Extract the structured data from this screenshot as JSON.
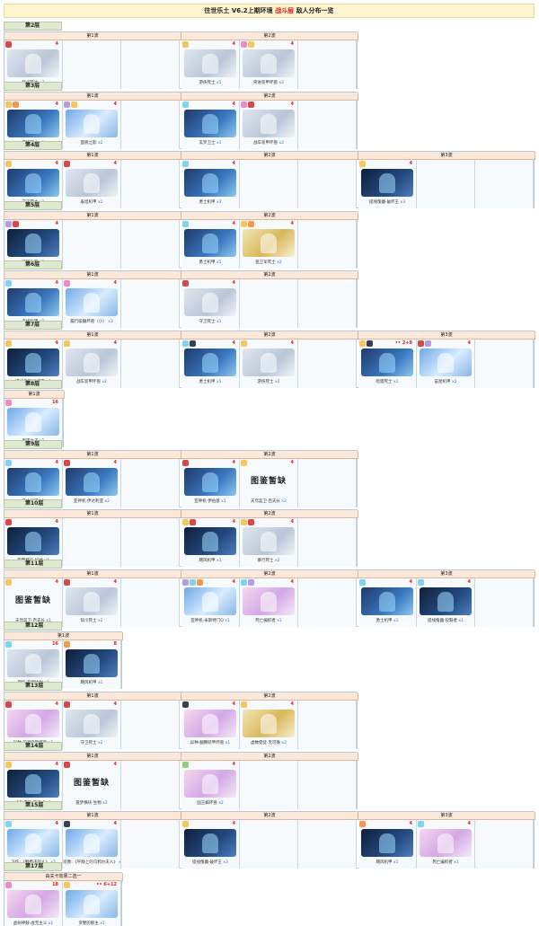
{
  "title": {
    "main": "往世乐土 V6.2上期环境",
    "highlight": "战斗层",
    "tail": "敌人分布一览"
  },
  "floors": [
    {
      "label": "第2层",
      "waves": [
        {
          "label": "第1波",
          "enemies": [
            {
              "name": "狱爪死士",
              "count": "x3",
              "num": "4",
              "icons": [
                "red"
              ],
              "img": "light"
            }
          ]
        },
        {
          "label": "第2波",
          "enemies": [
            {
              "name": "游侠死士",
              "count": "x1",
              "num": "4",
              "icons": [
                "yel"
              ],
              "img": "light"
            },
            {
              "name": "突进装甲坏兽",
              "count": "x2",
              "num": "4",
              "icons": [
                "pink",
                "yel"
              ],
              "img": "light"
            }
          ]
        }
      ]
    },
    {
      "label": "第3层",
      "waves": [
        {
          "label": "第1波",
          "enemies": [
            {
              "name": "暴行死士",
              "count": "x1",
              "num": "4",
              "icons": [
                "yel",
                "org"
              ],
              "img": "dark"
            },
            {
              "name": "面貌之影",
              "count": "x2",
              "num": "4",
              "icons": [
                "pur",
                "yel"
              ],
              "img": "blue"
            }
          ]
        },
        {
          "label": "第2波",
          "enemies": [
            {
              "name": "玄罗卫士",
              "count": "x1",
              "num": "4",
              "icons": [
                "sky"
              ],
              "img": "dark"
            },
            {
              "name": "战车装甲坏兽",
              "count": "x2",
              "num": "4",
              "icons": [
                "pink",
                "red"
              ],
              "img": "light"
            }
          ]
        }
      ]
    },
    {
      "label": "第4层",
      "waves": [
        {
          "label": "第1波",
          "enemies": [
            {
              "name": "守卫死士",
              "count": "x1",
              "num": "4",
              "icons": [
                "yel"
              ],
              "img": "dark"
            },
            {
              "name": "泰坦机甲",
              "count": "x2",
              "num": "4",
              "icons": [
                "red"
              ],
              "img": "light"
            }
          ]
        },
        {
          "label": "第2波",
          "enemies": [
            {
              "name": "勇士机甲",
              "count": "x3",
              "num": "4",
              "icons": [
                "sky"
              ],
              "img": "dark"
            }
          ]
        },
        {
          "label": "第3波",
          "enemies": [
            {
              "name": "提线傀儡·破坏王",
              "count": "x3",
              "num": "4",
              "icons": [
                "yel"
              ],
              "img": "navy"
            }
          ]
        }
      ]
    },
    {
      "label": "第5层",
      "waves": [
        {
          "label": "第1波",
          "enemies": [
            {
              "name": "践踏之影",
              "count": "x3",
              "num": "4",
              "icons": [
                "pur",
                "red"
              ],
              "img": "navy"
            }
          ]
        },
        {
          "label": "第2波",
          "enemies": [
            {
              "name": "勇士机甲",
              "count": "x1",
              "num": "4",
              "icons": [
                "sky"
              ],
              "img": "dark"
            },
            {
              "name": "狙卫军死士",
              "count": "x2",
              "num": "4",
              "icons": [
                "yel",
                "org"
              ],
              "img": "gold"
            }
          ]
        }
      ]
    },
    {
      "label": "第6层",
      "waves": [
        {
          "label": "第1波",
          "enemies": [
            {
              "name": "泰坦机甲",
              "count": "x1",
              "num": "4",
              "icons": [
                "sky"
              ],
              "img": "dark"
            },
            {
              "name": "履行吸髓坏兽（小）",
              "count": "x3",
              "num": "4",
              "icons": [
                "pink"
              ],
              "img": "blue"
            }
          ]
        },
        {
          "label": "第2波",
          "enemies": [
            {
              "name": "守卫死士",
              "count": "x1",
              "num": "4",
              "icons": [
                "red"
              ],
              "img": "light"
            }
          ]
        }
      ]
    },
    {
      "label": "第7层",
      "waves": [
        {
          "label": "第1波",
          "enemies": [
            {
              "name": "提线傀儡·破坏王",
              "count": "x1",
              "num": "4",
              "icons": [
                "yel"
              ],
              "img": "navy"
            },
            {
              "name": "战车装甲坏兽",
              "count": "x2",
              "num": "4",
              "icons": [
                "yel"
              ],
              "img": "light"
            }
          ]
        },
        {
          "label": "第2波",
          "enemies": [
            {
              "name": "勇士机甲",
              "count": "x1",
              "num": "4",
              "icons": [
                "sky",
                "drk"
              ],
              "img": "dark"
            },
            {
              "name": "游侠死士",
              "count": "x2",
              "num": "4",
              "icons": [
                "yel"
              ],
              "img": "light"
            }
          ]
        },
        {
          "label": "第3波",
          "enemies": [
            {
              "name": "暗猎死士",
              "count": "x1",
              "num": "2+8",
              "marks": "••",
              "icons": [
                "yel",
                "drk"
              ],
              "img": "dark"
            },
            {
              "name": "宙星机甲",
              "count": "x2",
              "num": "4",
              "icons": [
                "red",
                "pur"
              ],
              "img": "blue"
            }
          ]
        }
      ]
    },
    {
      "label": "第8层",
      "waves": [
        {
          "label": "第1波",
          "enemies": [
            {
              "name": "黑夜之子",
              "count": "x1",
              "num": "16",
              "icons": [
                "pink"
              ],
              "img": "blue"
            }
          ]
        }
      ]
    },
    {
      "label": "第9层",
      "waves": [
        {
          "label": "第1波",
          "enemies": [
            {
              "name": "勇士机甲",
              "count": "x1",
              "num": "4",
              "icons": [
                "sky"
              ],
              "img": "dark"
            },
            {
              "name": "亚神机·伊达利亚",
              "count": "x2",
              "num": "4",
              "icons": [
                "red"
              ],
              "img": "dark"
            }
          ]
        },
        {
          "label": "第2波",
          "enemies": [
            {
              "name": "亚神机·伊伯基",
              "count": "x1",
              "num": "4",
              "icons": [
                "red"
              ],
              "img": "dark"
            },
            {
              "name": "天穹蓝卫·百夫长",
              "count": "x2",
              "num": "4",
              "icons": [
                "yel"
              ],
              "img": "missing"
            }
          ]
        }
      ]
    },
    {
      "label": "第10层",
      "waves": [
        {
          "label": "第1波",
          "enemies": [
            {
              "name": "噩梦横块·机械",
              "count": "x4",
              "num": "4",
              "icons": [
                "red"
              ],
              "img": "navy"
            }
          ]
        },
        {
          "label": "第2波",
          "enemies": [
            {
              "name": "飓风机甲",
              "count": "x1",
              "num": "4",
              "icons": [
                "yel",
                "red"
              ],
              "img": "navy"
            },
            {
              "name": "暴行死士",
              "count": "x2",
              "num": "4",
              "icons": [
                "yel",
                "red"
              ],
              "img": "light"
            }
          ]
        }
      ]
    },
    {
      "label": "第11层",
      "waves": [
        {
          "label": "第1波",
          "enemies": [
            {
              "name": "天穹蓝卫·百夫长",
              "count": "x1",
              "num": "4",
              "icons": [
                "yel"
              ],
              "img": "missing"
            },
            {
              "name": "狱爪死士",
              "count": "x2",
              "num": "4",
              "icons": [
                "red"
              ],
              "img": "light"
            }
          ]
        },
        {
          "label": "第2波",
          "enemies": [
            {
              "name": "亚神机·米斯特门O",
              "count": "x1",
              "num": "4",
              "icons": [
                "pur",
                "sky",
                "org"
              ],
              "img": "blue"
            },
            {
              "name": "死亡编织者",
              "count": "x1",
              "num": "4",
              "icons": [
                "sky",
                "pur"
              ],
              "img": "pink"
            }
          ]
        },
        {
          "label": "第3波",
          "enemies": [
            {
              "name": "勇士机甲",
              "count": "x1",
              "num": "4",
              "icons": [
                "sky"
              ],
              "img": "dark"
            },
            {
              "name": "提线傀儡·狡黠者",
              "count": "x1",
              "num": "4",
              "icons": [
                "sky"
              ],
              "img": "navy"
            }
          ]
        }
      ]
    },
    {
      "label": "第12层",
      "waves": [
        {
          "label": "第1波",
          "enemies": [
            {
              "name": "神机·海姆达尔",
              "count": "x1",
              "num": "16",
              "icons": [
                "sky"
              ],
              "img": "light"
            },
            {
              "name": "飓风机甲",
              "count": "x1",
              "num": "8",
              "icons": [
                "org"
              ],
              "img": "navy"
            }
          ]
        }
      ]
    },
    {
      "label": "第13层",
      "waves": [
        {
          "label": "第1波",
          "enemies": [
            {
              "name": "异种·深渊吸髓坏兽",
              "count": "x1",
              "num": "4",
              "icons": [
                "red"
              ],
              "img": "pink"
            },
            {
              "name": "守卫死士",
              "count": "x2",
              "num": "4",
              "icons": [
                "red"
              ],
              "img": "light"
            }
          ]
        },
        {
          "label": "第2波",
          "enemies": [
            {
              "name": "异种·翻腾装甲坏兽",
              "count": "x1",
              "num": "4",
              "icons": [
                "drk"
              ],
              "img": "pink"
            },
            {
              "name": "虚数使徒·无可殊",
              "count": "x2",
              "num": "4",
              "icons": [
                "yel"
              ],
              "img": "gold"
            }
          ]
        }
      ]
    },
    {
      "label": "第14层",
      "waves": [
        {
          "label": "第1波",
          "enemies": [
            {
              "name": "虚数使徒·墨言式",
              "count": "x1",
              "num": "4",
              "icons": [
                "yel"
              ],
              "img": "navy"
            },
            {
              "name": "噩梦横块·生物",
              "count": "x2",
              "num": "4",
              "icons": [
                "red"
              ],
              "img": "missing"
            }
          ]
        },
        {
          "label": "第2波",
          "enemies": [
            {
              "name": "国王蝎坏兽",
              "count": "x2",
              "num": "4",
              "icons": [
                "grn"
              ],
              "img": "pink"
            }
          ]
        }
      ]
    },
    {
      "label": "第15层",
      "waves": [
        {
          "label": "第1波",
          "enemies": [
            {
              "name": "习作：《翻模子的人》",
              "count": "x2",
              "num": "4",
              "icons": [
                "sky"
              ],
              "img": "blue"
            },
            {
              "name": "肖像：《平静上的乌鸦尔夫人》",
              "count": "x1",
              "num": "4",
              "icons": [
                "drk"
              ],
              "img": "blue"
            }
          ]
        },
        {
          "label": "第2波",
          "enemies": [
            {
              "name": "提线傀儡·破坏王",
              "count": "x3",
              "num": "4",
              "icons": [
                "yel"
              ],
              "img": "navy"
            }
          ]
        },
        {
          "label": "第3波",
          "enemies": [
            {
              "name": "飓风机甲",
              "count": "x1",
              "num": "4",
              "icons": [
                "org"
              ],
              "img": "navy"
            },
            {
              "name": "死亡编织者",
              "count": "x1",
              "num": "4",
              "icons": [
                "sky"
              ],
              "img": "pink"
            }
          ]
        }
      ]
    },
    {
      "label": "第17层",
      "waves": [
        {
          "label": "由关卡效果二选一",
          "enemies": [
            {
              "name": "虚树神骸·虚无主义",
              "count": "x1",
              "num": "18",
              "icons": [
                "pink"
              ],
              "img": "pink"
            },
            {
              "name": "贪婪的那主",
              "count": "x1",
              "num": "6+12",
              "marks": "••",
              "icons": [
                "yel"
              ],
              "img": "blue"
            }
          ]
        }
      ]
    }
  ]
}
